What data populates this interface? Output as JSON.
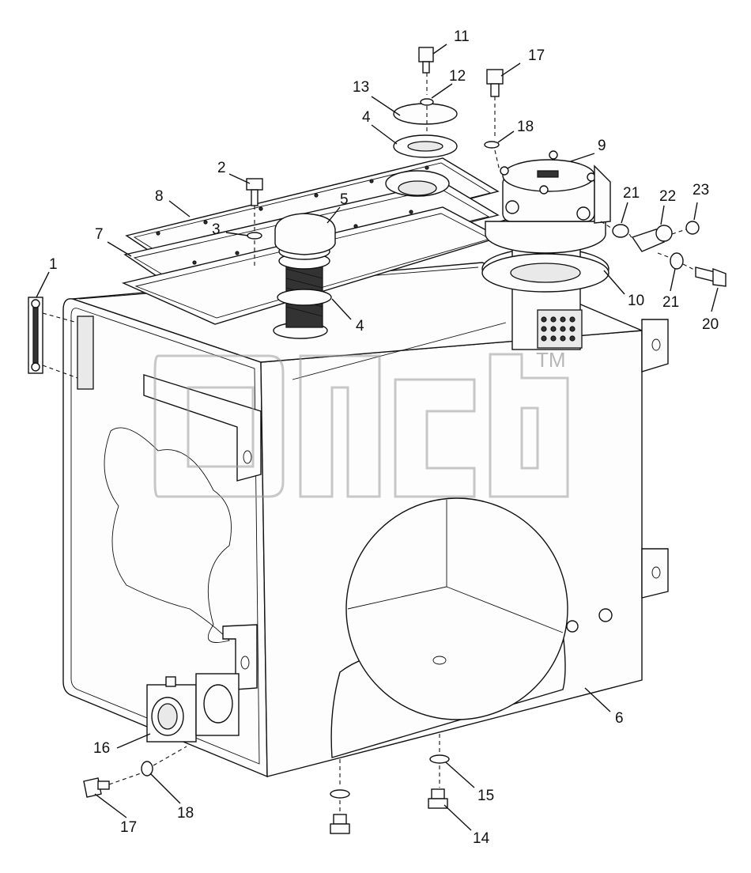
{
  "diagram": {
    "callouts": [
      {
        "id": "c1",
        "text": "1"
      },
      {
        "id": "c2",
        "text": "2"
      },
      {
        "id": "c3",
        "text": "3"
      },
      {
        "id": "c4a",
        "text": "4"
      },
      {
        "id": "c4b",
        "text": "4"
      },
      {
        "id": "c5",
        "text": "5"
      },
      {
        "id": "c6",
        "text": "6"
      },
      {
        "id": "c7",
        "text": "7"
      },
      {
        "id": "c8",
        "text": "8"
      },
      {
        "id": "c9",
        "text": "9"
      },
      {
        "id": "c10",
        "text": "10"
      },
      {
        "id": "c11",
        "text": "11"
      },
      {
        "id": "c12",
        "text": "12"
      },
      {
        "id": "c13",
        "text": "13"
      },
      {
        "id": "c14",
        "text": "14"
      },
      {
        "id": "c15",
        "text": "15"
      },
      {
        "id": "c16",
        "text": "16"
      },
      {
        "id": "c17a",
        "text": "17"
      },
      {
        "id": "c17b",
        "text": "17"
      },
      {
        "id": "c18a",
        "text": "18"
      },
      {
        "id": "c18b",
        "text": "18"
      },
      {
        "id": "c20",
        "text": "20"
      },
      {
        "id": "c21a",
        "text": "21"
      },
      {
        "id": "c21b",
        "text": "21"
      },
      {
        "id": "c22",
        "text": "22"
      },
      {
        "id": "c23",
        "text": "23"
      }
    ],
    "watermark": {
      "trademark": "TM"
    }
  }
}
